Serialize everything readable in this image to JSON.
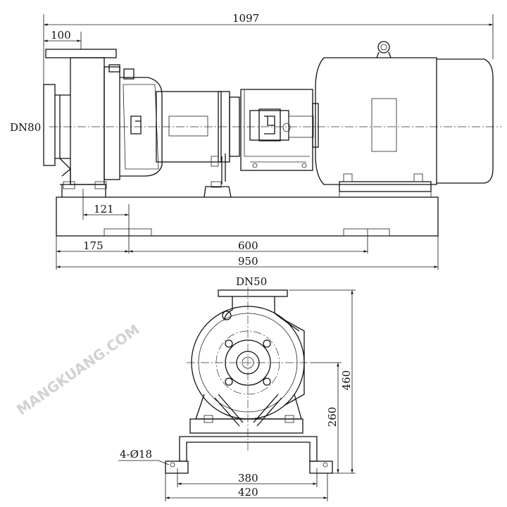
{
  "drawing": {
    "side_view": {
      "overall_length": "1097",
      "suction_offset": "100",
      "suction_label": "DN80",
      "foot_offset": "121",
      "base_hole_offset": "175",
      "base_hole_spacing": "600",
      "base_length": "950"
    },
    "end_view": {
      "discharge_label": "DN50",
      "shaft_height": "260",
      "total_height": "460",
      "anchor_holes": "4-Ø18",
      "hole_spacing": "380",
      "base_width": "420"
    },
    "watermark": "MANGKUANG.COM"
  }
}
